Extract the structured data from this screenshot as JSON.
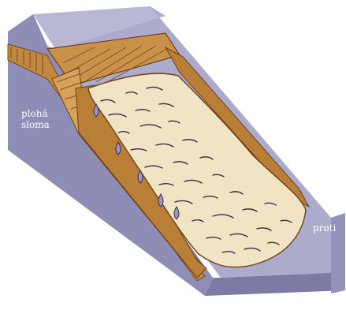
{
  "labels": {
    "slip_plane_line1": "plohá",
    "slip_plane_line2": "sloma",
    "toe": "proti"
  },
  "colors": {
    "block_top": "#b1b0cf",
    "block_side": "#8f8eb6",
    "block_front": "#7c7aa6",
    "soil": "#c48a3e",
    "soil_dark": "#7a4a1c",
    "slide_mass": "#f1e6c8",
    "cracks": "#3a2e4a"
  }
}
